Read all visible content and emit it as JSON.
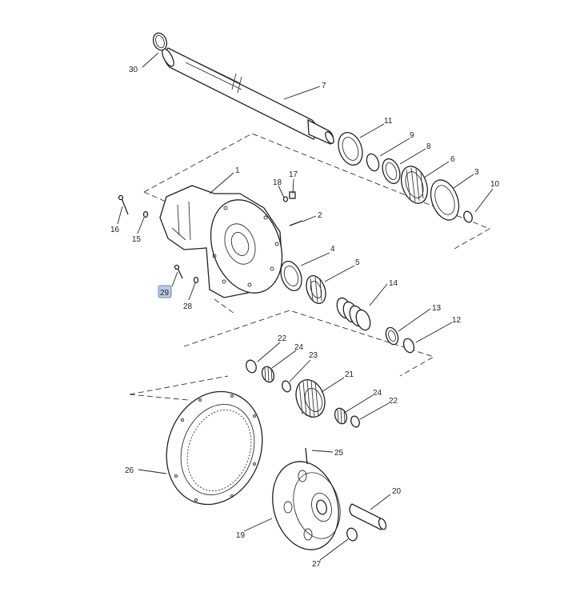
{
  "diagram": {
    "colors": {
      "line": "#222222",
      "highlight": "#b9cbe8",
      "highlight_border": "#6f87b8",
      "background": "#ffffff"
    },
    "highlighted_callout": "29",
    "callouts": [
      {
        "id": "c1",
        "label": "1"
      },
      {
        "id": "c2",
        "label": "2"
      },
      {
        "id": "c3",
        "label": "3"
      },
      {
        "id": "c4",
        "label": "4"
      },
      {
        "id": "c5",
        "label": "5"
      },
      {
        "id": "c6",
        "label": "6"
      },
      {
        "id": "c7",
        "label": "7"
      },
      {
        "id": "c8",
        "label": "8"
      },
      {
        "id": "c9",
        "label": "9"
      },
      {
        "id": "c10",
        "label": "10"
      },
      {
        "id": "c11",
        "label": "11"
      },
      {
        "id": "c12",
        "label": "12"
      },
      {
        "id": "c13",
        "label": "13"
      },
      {
        "id": "c14",
        "label": "14"
      },
      {
        "id": "c15",
        "label": "15"
      },
      {
        "id": "c16",
        "label": "16"
      },
      {
        "id": "c17",
        "label": "17"
      },
      {
        "id": "c18",
        "label": "18"
      },
      {
        "id": "c19",
        "label": "19"
      },
      {
        "id": "c20",
        "label": "20"
      },
      {
        "id": "c21",
        "label": "21"
      },
      {
        "id": "c22a",
        "label": "22"
      },
      {
        "id": "c22b",
        "label": "22"
      },
      {
        "id": "c23",
        "label": "23"
      },
      {
        "id": "c24a",
        "label": "24"
      },
      {
        "id": "c24b",
        "label": "24"
      },
      {
        "id": "c25",
        "label": "25"
      },
      {
        "id": "c26",
        "label": "26"
      },
      {
        "id": "c27",
        "label": "27"
      },
      {
        "id": "c28",
        "label": "28"
      },
      {
        "id": "c29",
        "label": "29"
      },
      {
        "id": "c30",
        "label": "30"
      }
    ]
  }
}
